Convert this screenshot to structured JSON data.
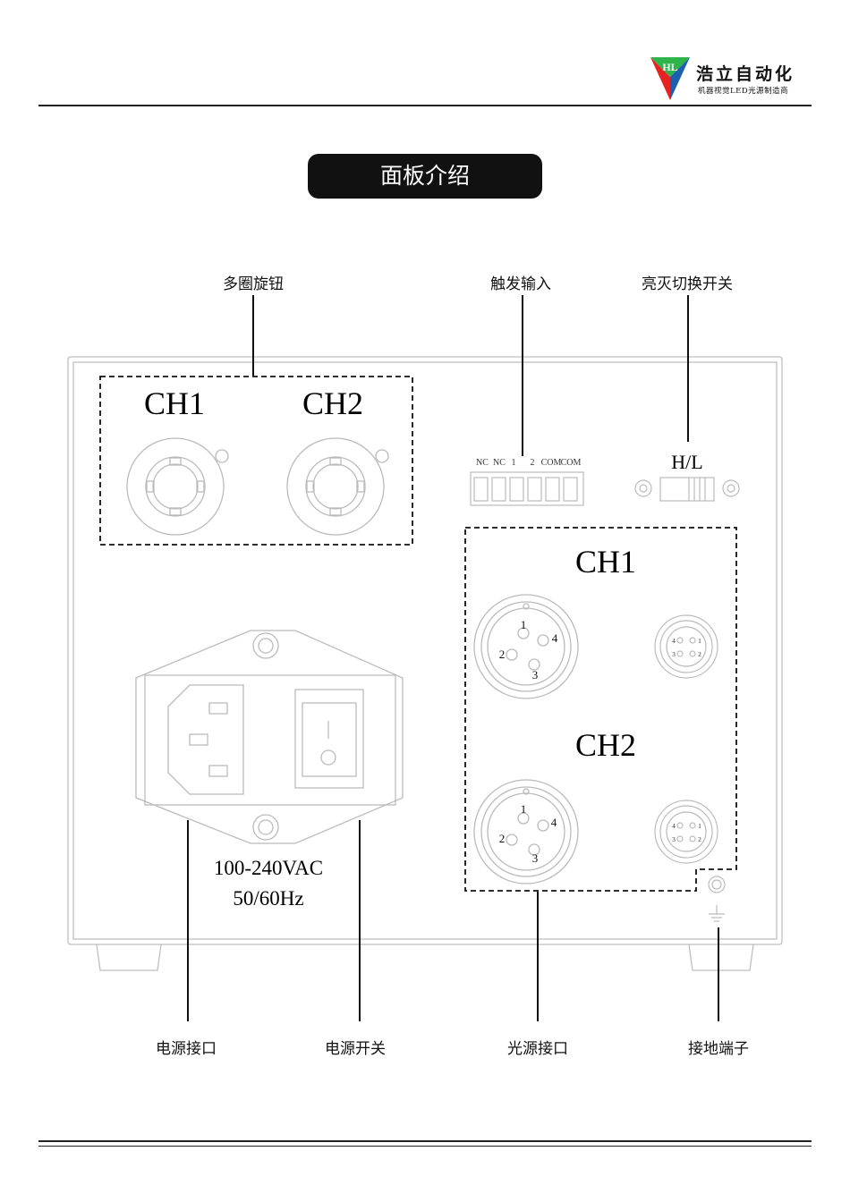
{
  "header": {
    "logo_letters": "HL",
    "brand_name": "浩立自动化",
    "brand_tagline": "机器视觉LED光源制造商",
    "colors": {
      "green": "#2eb44a",
      "red": "#e52421",
      "blue": "#1d5fae"
    }
  },
  "title": "面板介绍",
  "callouts": {
    "knobs": "多圈旋钮",
    "trigger": "触发输入",
    "switch_hl": "亮灭切换开关",
    "power_port": "电源接口",
    "power_switch": "电源开关",
    "light_port": "光源接口",
    "ground": "接地端子"
  },
  "panel": {
    "knob_ch1": "CH1",
    "knob_ch2": "CH2",
    "terminal_labels": [
      "NC",
      "NC",
      "1",
      "2",
      "COM",
      "COM"
    ],
    "hl_label": "H/L",
    "connector_ch1": "CH1",
    "connector_ch2": "CH2",
    "big_pins": [
      "1",
      "2",
      "3",
      "4"
    ],
    "small_pins": [
      "4",
      "1",
      "3",
      "2"
    ],
    "power_rating_1": "100-240VAC",
    "power_rating_2": "50/60Hz"
  }
}
